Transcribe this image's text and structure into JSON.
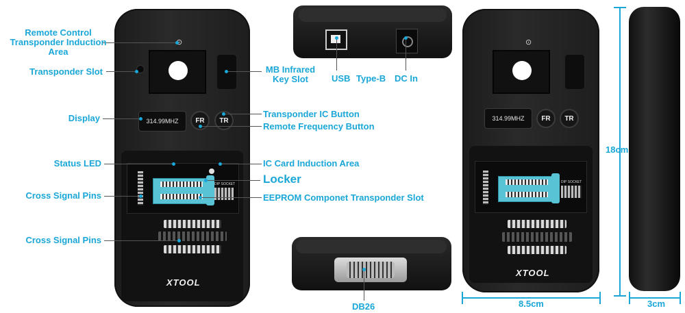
{
  "labels": {
    "remote_control": "Remote Control",
    "transponder_induction": "Transponder Induction",
    "area": "Area",
    "transponder_slot": "Transponder Slot",
    "display": "Display",
    "status_led": "Status LED",
    "cross_signal_pins_1": "Cross Signal Pins",
    "cross_signal_pins_2": "Cross Signal Pins",
    "mb_infrared": "MB Infrared",
    "key_slot": "Key Slot",
    "transponder_ic_button": "Transponder IC Button",
    "remote_frequency_button": "Remote Frequency Button",
    "ic_card_induction_area": "IC Card Induction Area",
    "locker": "Locker",
    "eeprom_slot": "EEPROM Componet Transponder Slot",
    "usb": "USB",
    "type_b": "Type-B",
    "dc_in": "DC In",
    "db26": "DB26",
    "height": "18cm",
    "width": "8.5cm",
    "depth": "3cm"
  },
  "device": {
    "display_text": "314.99MHZ",
    "btn_fr": "FR",
    "btn_tr": "TR",
    "logo": "XTOOL",
    "dip_socket": "DIP SOCKET"
  },
  "colors": {
    "accent": "#1aa7d8",
    "body": "#1e1e1e",
    "zif": "#57c3d4"
  }
}
